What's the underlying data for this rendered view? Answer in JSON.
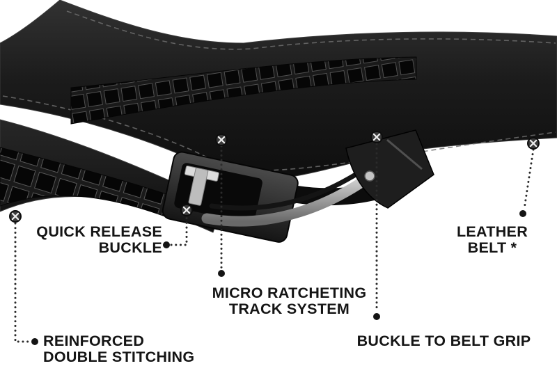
{
  "callouts": {
    "quick_release": {
      "line1": "QUICK RELEASE",
      "line2": "BUCKLE"
    },
    "leather_belt": {
      "line1": "LEATHER",
      "line2": "BELT *"
    },
    "micro_ratcheting": {
      "line1": "MICRO RATCHETING",
      "line2": "TRACK SYSTEM"
    },
    "belt_grip": {
      "line1": "BUCKLE TO BELT GRIP"
    },
    "reinforced": {
      "line1": "REINFORCED",
      "line2": "DOUBLE STITCHING"
    }
  },
  "icons": {
    "marker": "circle-x-screw-marker",
    "dot": "solid-round-dot"
  },
  "colors": {
    "background": "#ffffff",
    "belt": "#1b1b1b",
    "track_cell": "#060606",
    "track_cell_edge": "#5f5f5f",
    "buckle_silver": "#dcdcdc",
    "label_text": "#151515",
    "leader_line": "#2b2b2b",
    "marker_fill": "#3a3a3a",
    "marker_x": "#ececec"
  }
}
